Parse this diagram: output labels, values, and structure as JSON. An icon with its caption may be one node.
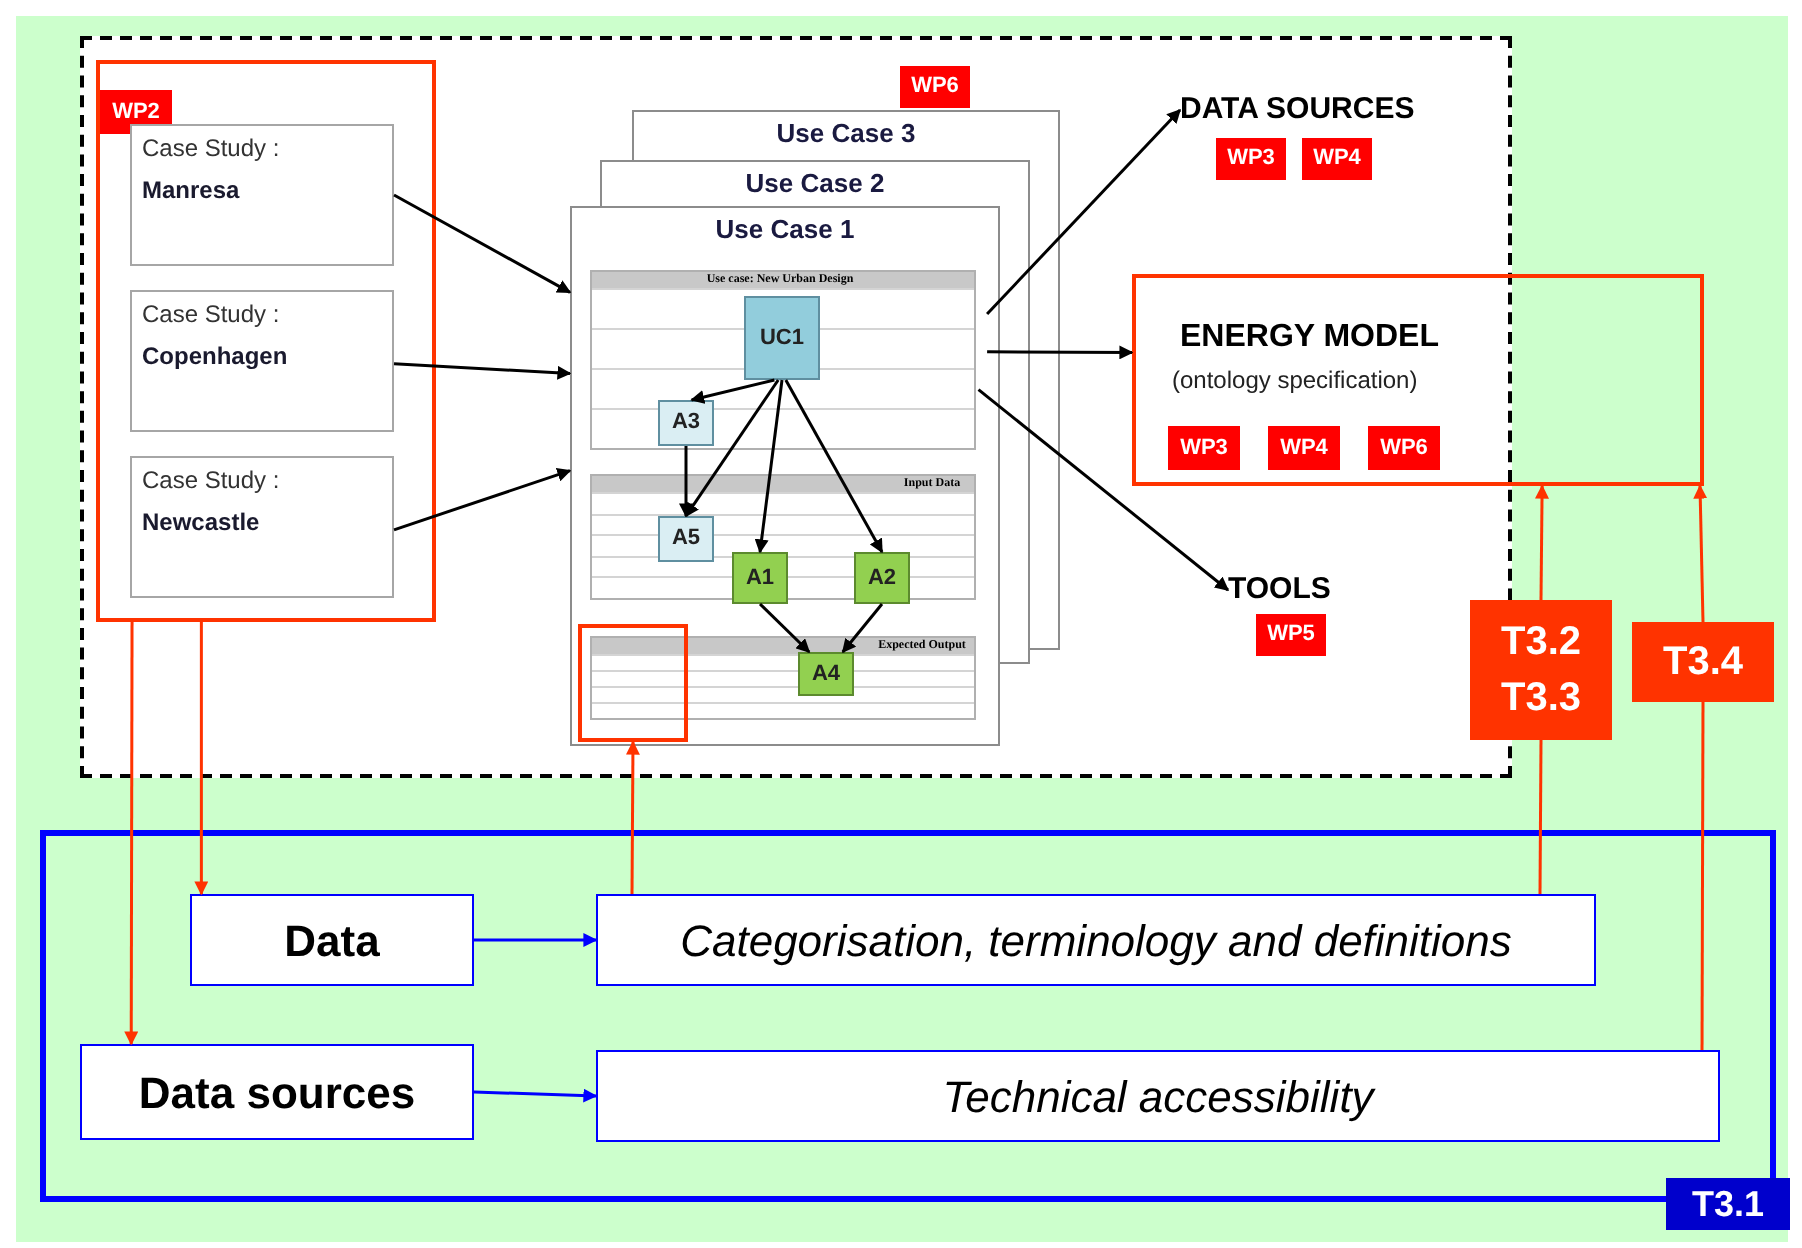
{
  "diagram": {
    "nodes": [
      {
        "text": [],
        "shape": "box"
      },
      {
        "text": [
          "WP2"
        ],
        "in": 0
      },
      {
        "text": [
          "Case Study :",
          "Manresa"
        ],
        "in": 1
      },
      {
        "text": [
          "Case Study :",
          "Copenhagen"
        ],
        "in": 1
      },
      {
        "text": [
          "Case Study :",
          "Newcastle"
        ],
        "in": 1
      },
      {
        "text": [
          "Use Case 3"
        ],
        "beside": [
          "WP6"
        ],
        "in": 0
      },
      {
        "text": [
          "Use Case 2"
        ],
        "in": 0
      },
      {
        "text": [
          "Use Case 1"
        ],
        "in": 0
      },
      {
        "text": [
          "UC1"
        ],
        "in": 7
      },
      {
        "text": [
          "A3"
        ],
        "in": 7
      },
      {
        "text": [
          "A5"
        ],
        "in": 7
      },
      {
        "text": [
          "A1"
        ],
        "in": 7
      },
      {
        "text": [
          "A2"
        ],
        "in": 7
      },
      {
        "text": [
          "A4"
        ],
        "in": 7
      },
      {
        "text": [],
        "shape": "box",
        "in": 7
      },
      {
        "text": [
          "DATA SOURCES"
        ],
        "beside": [
          "WP3",
          "WP4"
        ],
        "in": 0
      },
      {
        "text": [
          "ENERGY MODEL",
          "(ontology specification)",
          "WP3",
          "WP4",
          "WP6"
        ]
      },
      {
        "text": [
          "TOOLS"
        ],
        "beside": [
          "WP5"
        ],
        "in": 0
      },
      {
        "text": [
          "T3.2",
          "T3.3"
        ]
      },
      {
        "text": [
          "T3.4"
        ]
      },
      {
        "text": [
          "T3.1"
        ]
      },
      {
        "text": [
          "Data"
        ],
        "in": 20
      },
      {
        "text": [
          "Data sources"
        ],
        "in": 20
      },
      {
        "text": [
          "Categorisation, terminology and definitions"
        ],
        "in": 20
      },
      {
        "text": [
          "Technical accessibility"
        ],
        "in": 20
      }
    ],
    "edges": [
      {
        "from": 2,
        "to": 7,
        "arrow": "to"
      },
      {
        "from": 3,
        "to": 7,
        "arrow": "to"
      },
      {
        "from": 4,
        "to": 7,
        "arrow": "to"
      },
      {
        "from": 7,
        "to": 15,
        "arrow": "to"
      },
      {
        "from": 7,
        "to": 16,
        "arrow": "to"
      },
      {
        "from": 7,
        "to": 17,
        "arrow": "to"
      },
      {
        "from": 8,
        "to": 9,
        "arrow": "to"
      },
      {
        "from": 8,
        "to": 10,
        "arrow": "to"
      },
      {
        "from": 8,
        "to": 11,
        "arrow": "to"
      },
      {
        "from": 8,
        "to": 12,
        "arrow": "to"
      },
      {
        "from": 9,
        "to": 10,
        "arrow": "to"
      },
      {
        "from": 11,
        "to": 13,
        "arrow": "to"
      },
      {
        "from": 12,
        "to": 13,
        "arrow": "to"
      },
      {
        "from": 1,
        "to": 21,
        "arrow": "to",
        "color": "#ff3300"
      },
      {
        "from": 1,
        "to": 22,
        "arrow": "to",
        "color": "#ff3300"
      },
      {
        "from": 21,
        "to": 23,
        "arrow": "to",
        "color": "#0000ff"
      },
      {
        "from": 22,
        "to": 24,
        "arrow": "to",
        "color": "#0000ff"
      },
      {
        "from": 23,
        "to": 14,
        "arrow": "to",
        "color": "#ff3300"
      },
      {
        "from": 18,
        "to": 16,
        "arrow": "to",
        "color": "#ff3300"
      },
      {
        "from": 19,
        "to": 16,
        "arrow": "to",
        "color": "#ff3300"
      },
      {
        "from": 23,
        "to": 18,
        "arrow": "none",
        "color": "#ff3300"
      },
      {
        "from": 24,
        "to": 19,
        "arrow": "none",
        "color": "#ff3300"
      }
    ],
    "labels": [
      "Use case: New Urban Design",
      "Input Data",
      "Expected Output"
    ]
  }
}
